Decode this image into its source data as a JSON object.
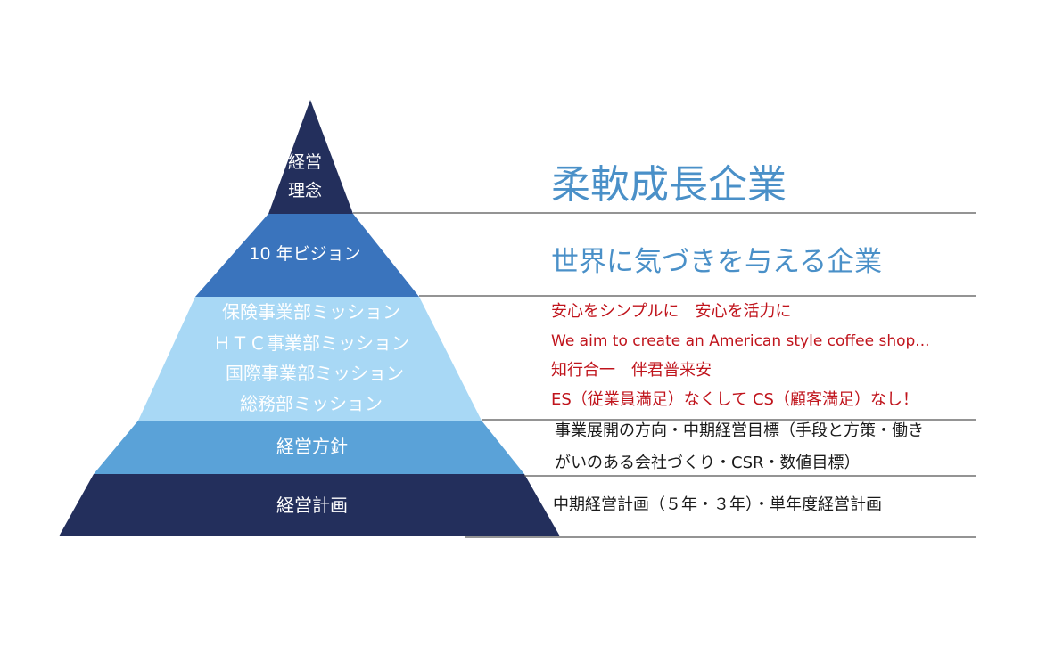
{
  "colors": {
    "top": "#232f5c",
    "vision": "#3a74bd",
    "mission": "#a8d8f5",
    "policy": "#5aa2d8",
    "plan": "#232f5c",
    "accent_blue": "#4a90c8",
    "mission_red": "#c0141c",
    "line": "#555555"
  },
  "pyramid": {
    "philosophy": {
      "line1": "経営",
      "line2": "理念"
    },
    "vision": "10 年ビジョン",
    "missions": [
      "保険事業部ミッション",
      "ＨＴＣ事業部ミッション",
      "国際事業部ミッション",
      "総務部ミッション"
    ],
    "policy": "経営方針",
    "plan": "経営計画"
  },
  "right": {
    "philosophy": "柔軟成長企業",
    "vision": "世界に気づきを与える企業",
    "missions": [
      "安心をシンプルに　安心を活力に",
      "We aim to create an American style coffee shop...",
      "知行合一　伴君普来安",
      "ES（従業員満足）なくして CS（顧客満足）なし！"
    ],
    "policy_line1": "事業展開の方向・中期経営目標（手段と方策・働き",
    "policy_line2": "がいのある会社づくり・CSR・数値目標）",
    "plan": "中期経営計画（５年・３年）・単年度経営計画"
  }
}
